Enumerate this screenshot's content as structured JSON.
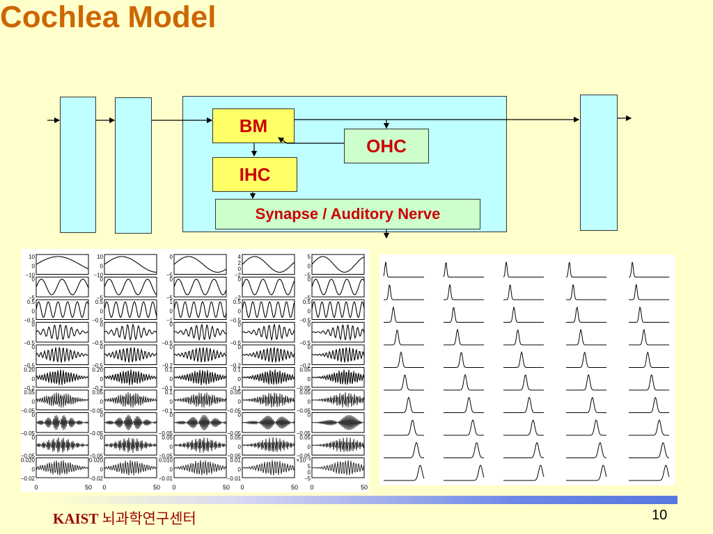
{
  "slide": {
    "title": "Cochlea Model",
    "page_number": "10",
    "footer": {
      "org_bold": "KAIST",
      "org_korean": "뇌과학연구센터"
    }
  },
  "diagram": {
    "blocks": {
      "bm": "BM",
      "ohc": "OHC",
      "ihc": "IHC",
      "synapse": "Synapse / Auditory Nerve"
    }
  },
  "plots_left": {
    "rows": [
      {
        "col_labels": [
          [
            "10",
            "0",
            "−10"
          ],
          [
            "10",
            "0",
            "−10"
          ],
          [
            "0",
            "−5"
          ],
          [
            "4",
            "2",
            "0",
            "−2"
          ],
          [
            "5",
            "0",
            "−5"
          ]
        ]
      },
      {
        "col_labels": [
          [
            "0",
            "−5"
          ],
          [
            "0",
            "−5"
          ],
          [
            "0",
            "−5"
          ],
          [
            "0",
            "−2"
          ],
          [
            "0",
            "−5"
          ]
        ]
      },
      {
        "col_labels": [
          [
            "0.5",
            "0",
            "−0.5"
          ],
          [
            "0.5",
            "0",
            "−0.5"
          ],
          [
            "1",
            "0",
            "−1"
          ],
          [
            "0.5",
            "0",
            "−0.5"
          ],
          [
            "0.5",
            "0",
            "−0.5"
          ]
        ]
      },
      {
        "col_labels": [
          [
            "0",
            "−0.5"
          ],
          [
            "0",
            "−0.5"
          ],
          [
            "0",
            "−0.5"
          ],
          [
            "0",
            "−0.5"
          ],
          [
            "0",
            "−0.5"
          ]
        ]
      },
      {
        "col_labels": [
          [
            "0",
            "−0.5"
          ],
          [
            "0",
            "−0.5"
          ],
          [
            "0",
            "−0.2"
          ],
          [
            "0",
            "−0.2"
          ],
          [
            "0",
            "−0.2"
          ]
        ]
      },
      {
        "col_labels": [
          [
            "0.20",
            "0",
            "−0.2"
          ],
          [
            "0.20",
            "0",
            "−0.2"
          ],
          [
            "0.1",
            "0",
            "−0.1"
          ],
          [
            "0.1",
            "0",
            "−0.1"
          ],
          [
            "0.05",
            "0",
            "−0.05"
          ]
        ]
      },
      {
        "col_labels": [
          [
            "0.05",
            "0",
            "−0.05"
          ],
          [
            "0.05",
            "0",
            "−0.05"
          ],
          [
            "0.1",
            "0",
            "−0.1"
          ],
          [
            "0.05",
            "0",
            "−0.05"
          ],
          [
            "0.05",
            "0",
            "−0.05"
          ]
        ]
      },
      {
        "col_labels": [
          [
            "0",
            "−0.05"
          ],
          [
            "0",
            "−0.05"
          ],
          [
            "0",
            "−0.05"
          ],
          [
            "0",
            "−0.05"
          ],
          [
            "0",
            "−0.05"
          ]
        ]
      },
      {
        "col_labels": [
          [
            "0",
            "−0.05"
          ],
          [
            "0",
            "−0.05"
          ],
          [
            "0.05",
            "0",
            "−0.05"
          ],
          [
            "0.05",
            "0",
            "−0.05"
          ],
          [
            "0.05",
            "0",
            "−0.05"
          ]
        ]
      },
      {
        "col_labels": [
          [
            "0.020",
            "0",
            "−0.02"
          ],
          [
            "0.020",
            "0",
            "−0.02"
          ],
          [
            "0.010",
            "0",
            "−0.01"
          ],
          [
            "0.01",
            "0",
            "−0.01"
          ],
          [
            "×10⁻³",
            "5",
            "0",
            "−5"
          ]
        ]
      }
    ],
    "x_ticks": [
      "0",
      "50"
    ]
  }
}
